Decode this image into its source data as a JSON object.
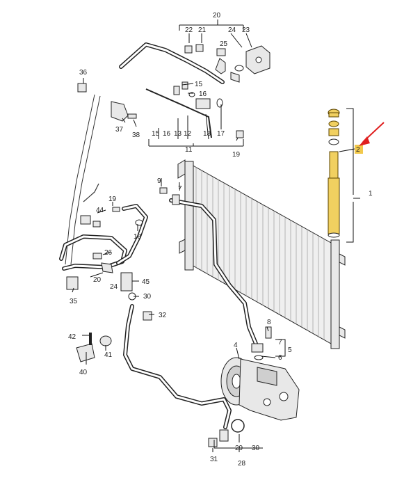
{
  "diagram": {
    "labels": {
      "l1": "1",
      "l2": "2",
      "l4": "4",
      "l5": "5",
      "l6": "6",
      "l7": "7",
      "l8": "8",
      "l9": "9",
      "l11": "11",
      "l12": "12",
      "l13": "13",
      "l15a": "15",
      "l15b": "15",
      "l16a": "16",
      "l16b": "16",
      "l17": "17",
      "l18a": "18",
      "l18b": "18",
      "l19a": "19",
      "l19b": "19",
      "l20a": "20",
      "l20b": "20",
      "l21": "21",
      "l22": "22",
      "l23": "23",
      "l24a": "24",
      "l24b": "24",
      "l25": "25",
      "l26": "26",
      "l28": "28",
      "l29": "29",
      "l30a": "30",
      "l30b": "30",
      "l31": "31",
      "l32": "32",
      "l35": "35",
      "l36": "36",
      "l37": "37",
      "l38": "38",
      "l40": "40",
      "l41": "41",
      "l42": "42",
      "l44": "44",
      "l45": "45"
    },
    "highlight_color": "#f2c94c",
    "arrow_color": "#e02020",
    "part_color": "#e8e8e8",
    "drier_color": "#f1d060"
  }
}
